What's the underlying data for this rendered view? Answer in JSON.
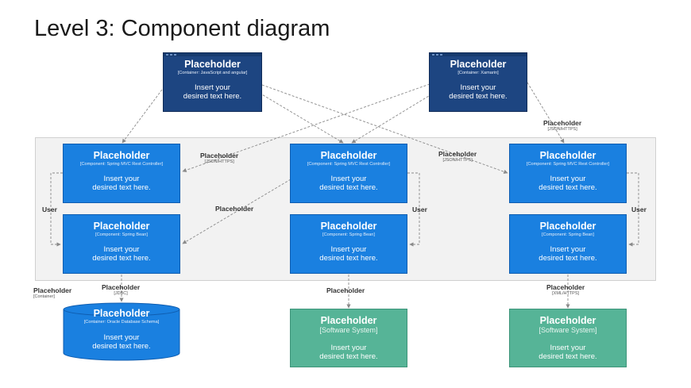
{
  "title": "Level 3: Component diagram",
  "colors": {
    "navy": "#1d4581",
    "blue": "#1a80e0",
    "teal": "#56b497",
    "boundary": "#f2f2f2",
    "arrow": "#8a8a8a"
  },
  "containers": [
    {
      "title": "Placeholder",
      "subtitle": "[Container: JavaScript and angular]",
      "desc": [
        "Insert your",
        "desired text here."
      ]
    },
    {
      "title": "Placeholder",
      "subtitle": "[Container: Xamarin]",
      "desc": [
        "Insert your",
        "desired text here."
      ]
    }
  ],
  "components": [
    {
      "title": "Placeholder",
      "subtitle": "[Component: Spring MVC Rest Controller]",
      "desc": [
        "Insert your",
        "desired text here."
      ]
    },
    {
      "title": "Placeholder",
      "subtitle": "[Component: Spring MVC Rest Controller]",
      "desc": [
        "Insert your",
        "desired text here."
      ]
    },
    {
      "title": "Placeholder",
      "subtitle": "[Component: Spring MVC Rest Controller]",
      "desc": [
        "Insert your",
        "desired text here."
      ]
    },
    {
      "title": "Placeholder",
      "subtitle": "[Component: Spring Bean]",
      "desc": [
        "Insert your",
        "desired text here."
      ]
    },
    {
      "title": "Placeholder",
      "subtitle": "[Component: Spring Bean]",
      "desc": [
        "Insert your",
        "desired text here."
      ]
    },
    {
      "title": "Placeholder",
      "subtitle": "[Component: Spring Bean]",
      "desc": [
        "Insert your",
        "desired text here."
      ]
    }
  ],
  "database": {
    "title": "Placeholder",
    "subtitle": "[Container: Oracle Database Schema]",
    "desc": [
      "Insert your",
      "desired text here."
    ]
  },
  "systems": [
    {
      "title": "Placeholder",
      "subtitle": "[Software System]",
      "desc": [
        "Insert your",
        "desired text here."
      ]
    },
    {
      "title": "Placeholder",
      "subtitle": "[Software System]",
      "desc": [
        "Insert your",
        "desired text here."
      ]
    }
  ],
  "edge_labels": [
    {
      "title": "Placeholder",
      "sub": "[JSON/HTTPS]"
    },
    {
      "title": "Placeholder",
      "sub": "[JSON/HTTPS]"
    },
    {
      "title": "Placeholder",
      "sub": "[JSON/HTTPS]"
    },
    {
      "title": "Placeholder",
      "sub": ""
    },
    {
      "title": "Placeholder",
      "sub": "[JDBC]"
    },
    {
      "title": "Placeholder",
      "sub": ""
    },
    {
      "title": "Placeholder",
      "sub": "[XML/HTTPS]"
    }
  ],
  "boundary_label": {
    "title": "Placeholder",
    "sub": "[Container]"
  },
  "user_label": "User"
}
